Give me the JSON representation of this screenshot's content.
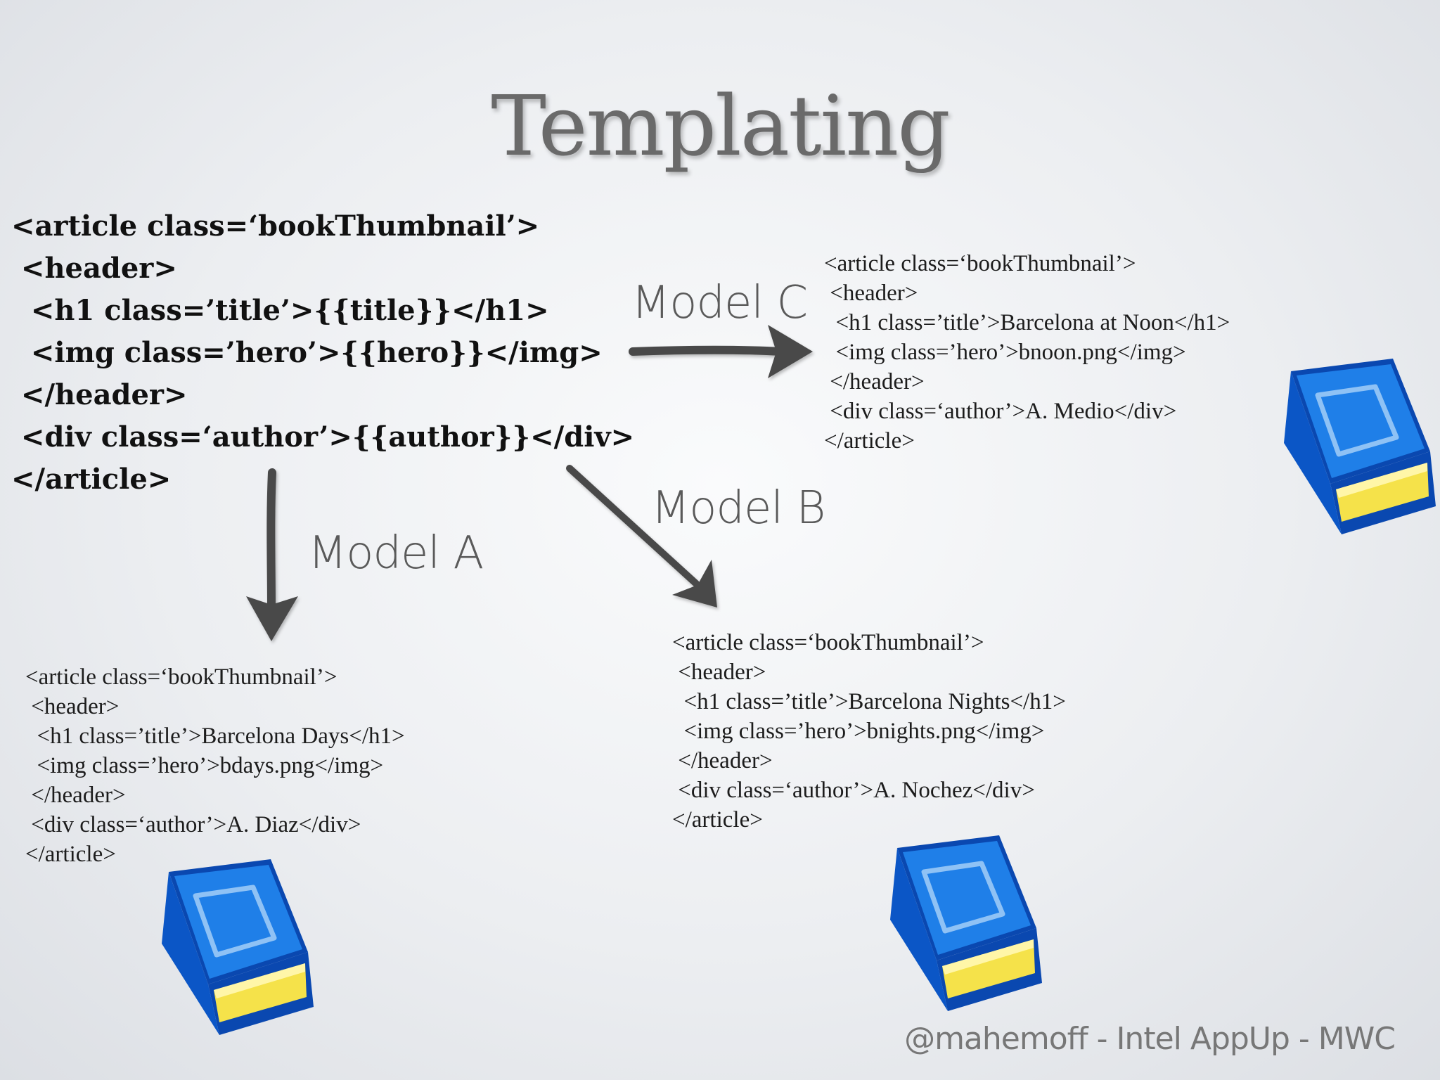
{
  "slide": {
    "title": "Templating",
    "footer": "@mahemoff - Intel AppUp - MWC"
  },
  "template": {
    "lines": [
      "<article class=‘bookThumbnail’>",
      " <header>",
      "  <h1 class=’title’>{{title}}</h1>",
      "  <img class=’hero’>{{hero}}</img>",
      " </header>",
      " <div class=‘author’>{{author}}</div>",
      "</article>"
    ]
  },
  "models": {
    "a": {
      "label": "Model A",
      "lines": [
        "<article class=‘bookThumbnail’>",
        " <header>",
        "  <h1 class=’title’>Barcelona Days</h1>",
        "  <img class=’hero’>bdays.png</img>",
        " </header>",
        " <div class=‘author’>A. Diaz</div>",
        "</article>"
      ]
    },
    "b": {
      "label": "Model B",
      "lines": [
        "<article class=‘bookThumbnail’>",
        " <header>",
        "  <h1 class=’title’>Barcelona Nights</h1>",
        "  <img class=’hero’>bnights.png</img>",
        " </header>",
        " <div class=‘author’>A. Nochez</div>",
        "</article>"
      ]
    },
    "c": {
      "label": "Model C",
      "lines": [
        "<article class=‘bookThumbnail’>",
        " <header>",
        "  <h1 class=’title’>Barcelona at Noon</h1>",
        "  <img class=’hero’>bnoon.png</img>",
        " </header>",
        " <div class=‘author’>A. Medio</div>",
        "</article>"
      ]
    }
  },
  "icons": {
    "arrow": "arrow-icon",
    "book": "book-icon"
  },
  "colors": {
    "book_cover": "#1f7fe8",
    "book_edge": "#0a48b0",
    "book_pages": "#f5e24a",
    "arrow": "#4a4a4a",
    "title": "#6a6a6a"
  }
}
